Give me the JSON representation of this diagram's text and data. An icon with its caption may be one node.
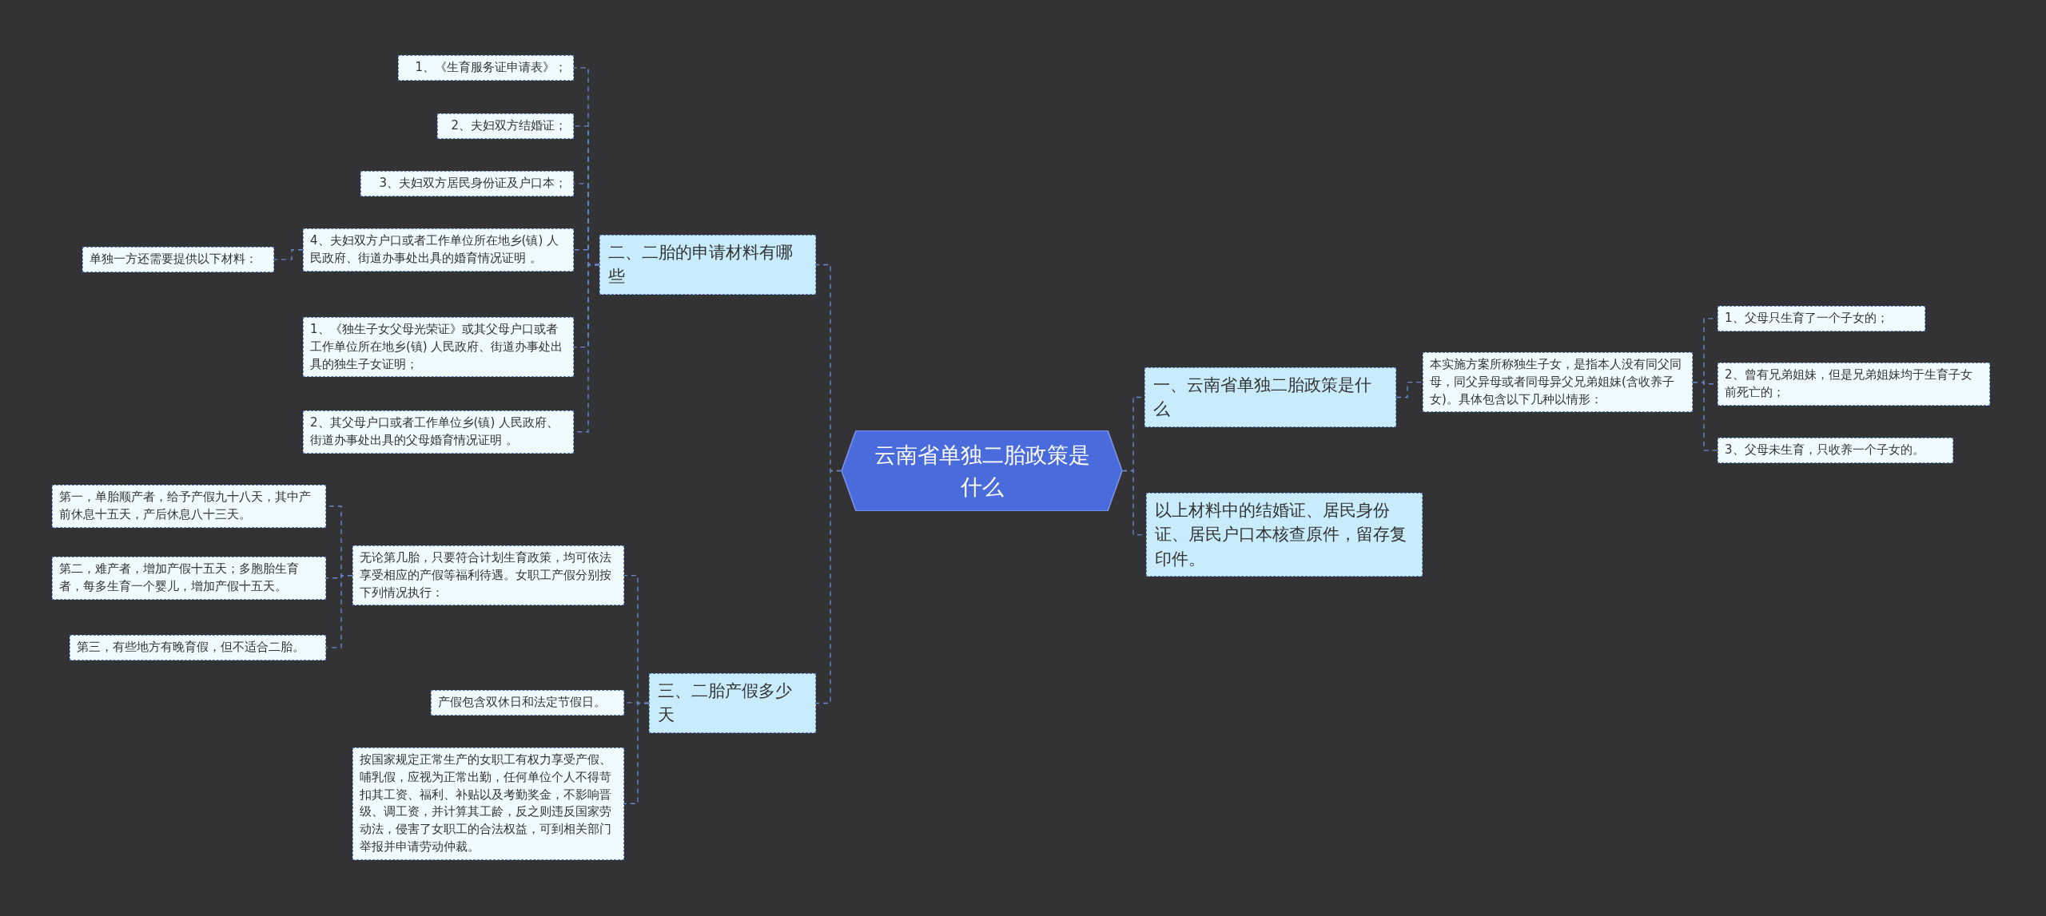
{
  "diagram": {
    "nodes": [
      {
        "text": [
          "云南省单独二胎政策是什么"
        ]
      },
      {
        "text": [
          "一、云南省单独二胎政策是什么"
        ]
      },
      {
        "text": [
          "本实施方案所称独生子女，是指本人没有同父同母，同父异母或者同母异父兄弟姐妹(含收养子女)。具体包含以下几种以情形："
        ]
      },
      {
        "text": [
          "1、父母只生育了一个子女的；"
        ]
      },
      {
        "text": [
          "2、曾有兄弟姐妹，但是兄弟姐妹均于生育子女前死亡的；"
        ]
      },
      {
        "text": [
          "3、父母未生育，只收养一个子女的。"
        ]
      },
      {
        "text": [
          "以上材料中的结婚证、居民身份证、居民户口本核查原件，留存复印件。"
        ]
      },
      {
        "text": [
          "二、二胎的申请材料有哪些"
        ]
      },
      {
        "text": [
          "1、《生育服务证申请表》；"
        ]
      },
      {
        "text": [
          "2、夫妇双方结婚证；"
        ]
      },
      {
        "text": [
          "3、夫妇双方居民身份证及户口本；"
        ]
      },
      {
        "text": [
          "4、夫妇双方户口或者工作单位所在地乡(镇) 人民政府、街道办事处出具的婚育情况证明 。"
        ]
      },
      {
        "text": [
          "单独一方还需要提供以下材料："
        ]
      },
      {
        "text": [
          "1、《独生子女父母光荣证》或其父母户口或者工作单位所在地乡(镇) 人民政府、街道办事处出具的独生子女证明；"
        ]
      },
      {
        "text": [
          "2、其父母户口或者工作单位乡(镇) 人民政府、街道办事处出具的父母婚育情况证明 。"
        ]
      },
      {
        "text": [
          "三、二胎产假多少天"
        ]
      },
      {
        "text": [
          "无论第几胎，只要符合计划生育政策，均可依法享受相应的产假等福利待遇。女职工产假分别按下列情况执行："
        ]
      },
      {
        "text": [
          "第一，单胎顺产者，给予产假九十八天，其中产前休息十五天，产后休息八十三天。"
        ]
      },
      {
        "text": [
          "第二，难产者，增加产假十五天；多胞胎生育者，每多生育一个婴儿，增加产假十五天。"
        ]
      },
      {
        "text": [
          "第三，有些地方有晚育假，但不适合二胎。"
        ]
      },
      {
        "text": [
          "产假包含双休日和法定节假日。"
        ]
      },
      {
        "text": [
          "按国家规定正常生产的女职工有权力享受产假、哺乳假，应视为正常出勤，任何单位个人不得苛扣其工资、福利、补贴以及考勤奖金，不影响晋级、调工资，并计算其工龄，反之则违反国家劳动法，侵害了女职工的合法权益，可到相关部门举报并申请劳动仲裁。"
        ]
      }
    ],
    "edges": [
      {
        "from": 0,
        "to": 1,
        "arrow": "none"
      },
      {
        "from": 1,
        "to": 2,
        "arrow": "none"
      },
      {
        "from": 2,
        "to": 3,
        "arrow": "none"
      },
      {
        "from": 2,
        "to": 4,
        "arrow": "none"
      },
      {
        "from": 2,
        "to": 5,
        "arrow": "none"
      },
      {
        "from": 0,
        "to": 6,
        "arrow": "none"
      },
      {
        "from": 0,
        "to": 7,
        "arrow": "none"
      },
      {
        "from": 7,
        "to": 8,
        "arrow": "none"
      },
      {
        "from": 7,
        "to": 9,
        "arrow": "none"
      },
      {
        "from": 7,
        "to": 10,
        "arrow": "none"
      },
      {
        "from": 7,
        "to": 11,
        "arrow": "none"
      },
      {
        "from": 11,
        "to": 12,
        "arrow": "none"
      },
      {
        "from": 7,
        "to": 13,
        "arrow": "none"
      },
      {
        "from": 7,
        "to": 14,
        "arrow": "none"
      },
      {
        "from": 0,
        "to": 15,
        "arrow": "none"
      },
      {
        "from": 15,
        "to": 16,
        "arrow": "none"
      },
      {
        "from": 16,
        "to": 17,
        "arrow": "none"
      },
      {
        "from": 16,
        "to": 18,
        "arrow": "none"
      },
      {
        "from": 16,
        "to": 19,
        "arrow": "none"
      },
      {
        "from": 15,
        "to": 20,
        "arrow": "none"
      },
      {
        "from": 15,
        "to": 21,
        "arrow": "none"
      }
    ]
  }
}
